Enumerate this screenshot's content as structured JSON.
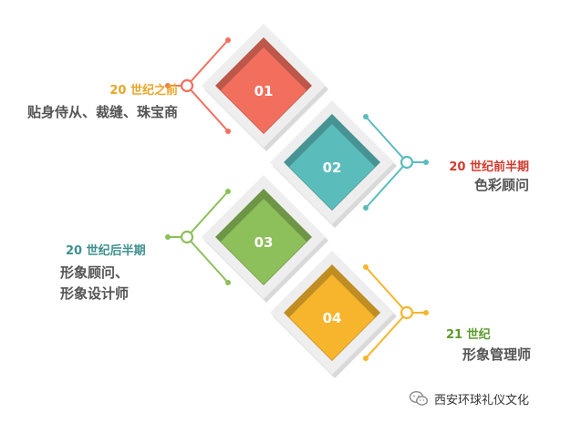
{
  "steps": [
    {
      "number": "01",
      "era": "20 世纪之前",
      "roles": [
        "贴身侍从、裁缝、珠宝商"
      ],
      "side": "left",
      "color": "#f26f5e",
      "era_color": "#e8a628"
    },
    {
      "number": "02",
      "era": "20 世纪前半期",
      "roles": [
        "色彩顾问"
      ],
      "side": "right",
      "color": "#5bbcbc",
      "era_color": "#d33a2c"
    },
    {
      "number": "03",
      "era": "20 世纪后半期",
      "roles": [
        "形象顾问、",
        "形象设计师"
      ],
      "side": "left",
      "color": "#8dbf5a",
      "era_color": "#3e8f8f"
    },
    {
      "number": "04",
      "era": "21 世纪",
      "roles": [
        "形象管理师"
      ],
      "side": "right",
      "color": "#f6b52d",
      "era_color": "#5d9a2e"
    }
  ],
  "watermark": {
    "icon": "wechat-icon",
    "text": "西安环球礼仪文化"
  }
}
